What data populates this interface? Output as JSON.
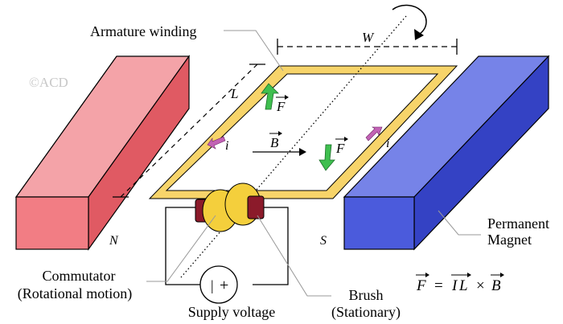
{
  "copyright": "©ACD",
  "labels": {
    "armature_winding": "Armature winding",
    "length": "L",
    "width": "W",
    "current_left": "i",
    "current_right": "i",
    "north_pole": "N",
    "south_pole": "S",
    "permanent_magnet_line1": "Permanent",
    "permanent_magnet_line2": "Magnet",
    "commutator_line1": "Commutator",
    "commutator_line2": "(Rotational motion)",
    "brush_line1": "Brush",
    "brush_line2": "(Stationary)",
    "supply_voltage": "Supply voltage",
    "battery_minus": "|",
    "battery_plus": "+"
  },
  "vectors": {
    "force": "F",
    "field": "B"
  },
  "formula": {
    "force": "F",
    "equals": "=",
    "current": "I",
    "length": "L",
    "cross": "×",
    "field": "B"
  },
  "colors": {
    "north_front": "#f27d84",
    "north_top": "#f4a3a8",
    "north_side": "#e05a63",
    "south_front": "#4b5bdc",
    "south_top": "#7683e8",
    "south_side": "#3442c4",
    "coil": "#f7d46a",
    "force_arrow": "#3fbf4f",
    "current_arrow": "#c262b5",
    "commutator": "#f4cf3c",
    "brush": "#8b1a2a"
  }
}
